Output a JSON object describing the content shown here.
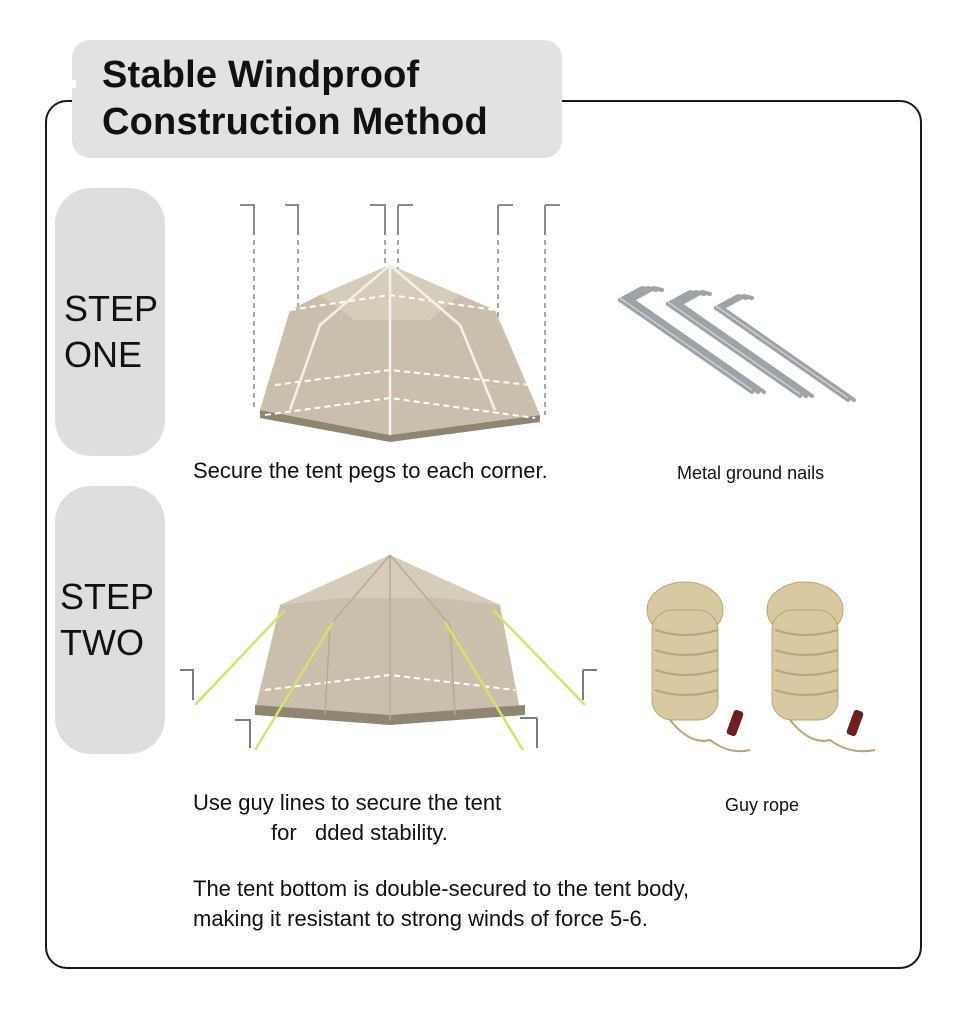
{
  "title": "Stable Windproof\nConstruction Method",
  "step_one": {
    "label": "STEP\nONE",
    "caption": "Secure the tent pegs to each corner.",
    "item_label": "Metal ground nails"
  },
  "step_two": {
    "label": "STEP\nTWO",
    "caption_line1": "Use guy lines to secure the tent",
    "caption_line2": "for   dded stability.",
    "item_label": "Guy rope"
  },
  "footer": {
    "line1": "The tent bottom is double-secured to the tent body,",
    "line2": "making it resistant to strong winds of force 5-6."
  },
  "colors": {
    "tent": "#c7bca8",
    "tent_base": "#8f8573",
    "guy_line": "#d4e36b",
    "peg": "#9a9a9a",
    "rope": "#d9c9a0",
    "pill": "#dedede"
  }
}
